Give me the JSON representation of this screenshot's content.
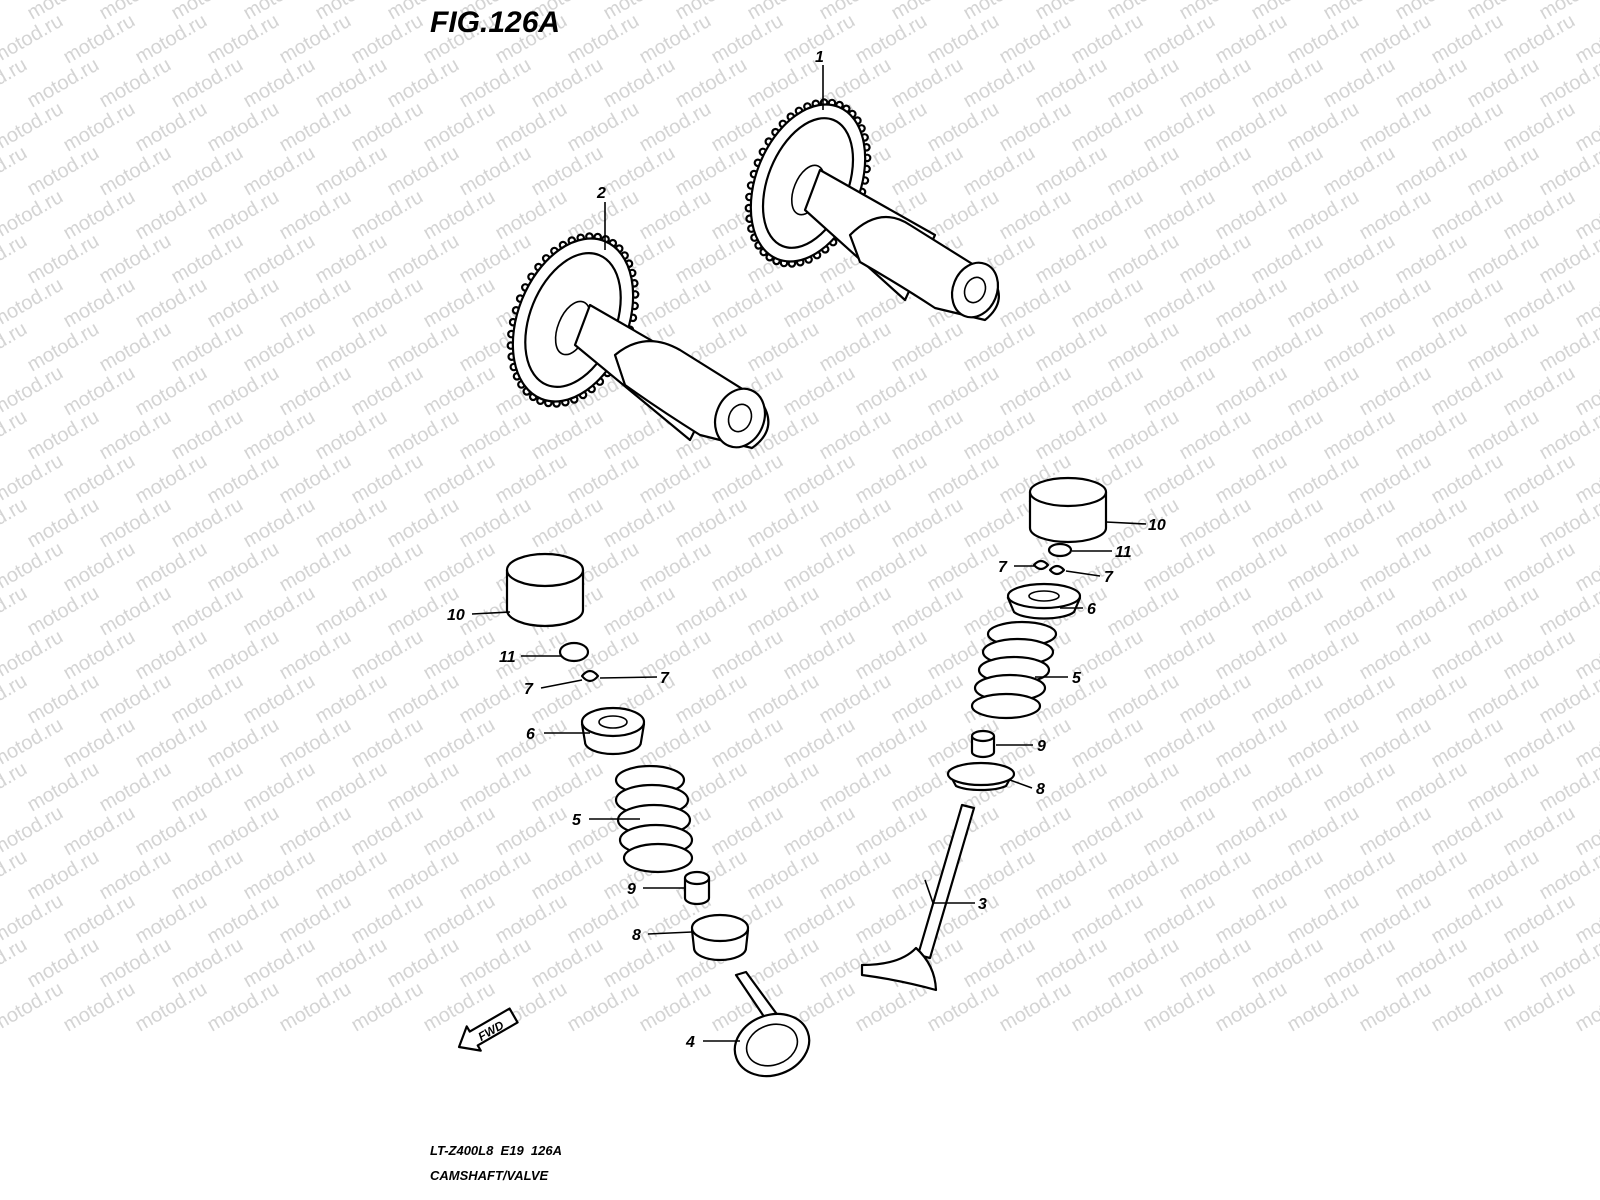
{
  "figure": {
    "title": "FIG.126A",
    "watermark_text": "motod.ru",
    "forward_arrow_label": "FWD",
    "footer": {
      "model_line": "LT-Z400L8  E19  126A",
      "caption": "CAMSHAFT/VALVE"
    }
  },
  "callouts": [
    {
      "id": "c1",
      "number": "1"
    },
    {
      "id": "c2",
      "number": "2"
    },
    {
      "id": "c3",
      "number": "3"
    },
    {
      "id": "c4",
      "number": "4"
    },
    {
      "id": "c5a",
      "number": "5"
    },
    {
      "id": "c5b",
      "number": "5"
    },
    {
      "id": "c6a",
      "number": "6"
    },
    {
      "id": "c6b",
      "number": "6"
    },
    {
      "id": "c7a",
      "number": "7"
    },
    {
      "id": "c7b",
      "number": "7"
    },
    {
      "id": "c7c",
      "number": "7"
    },
    {
      "id": "c7d",
      "number": "7"
    },
    {
      "id": "c8a",
      "number": "8"
    },
    {
      "id": "c8b",
      "number": "8"
    },
    {
      "id": "c9a",
      "number": "9"
    },
    {
      "id": "c9b",
      "number": "9"
    },
    {
      "id": "c10a",
      "number": "10"
    },
    {
      "id": "c10b",
      "number": "10"
    },
    {
      "id": "c11a",
      "number": "11"
    },
    {
      "id": "c11b",
      "number": "11"
    }
  ],
  "colors": {
    "line": "#000000",
    "watermark": "#d4d4d4",
    "background": "#ffffff"
  }
}
